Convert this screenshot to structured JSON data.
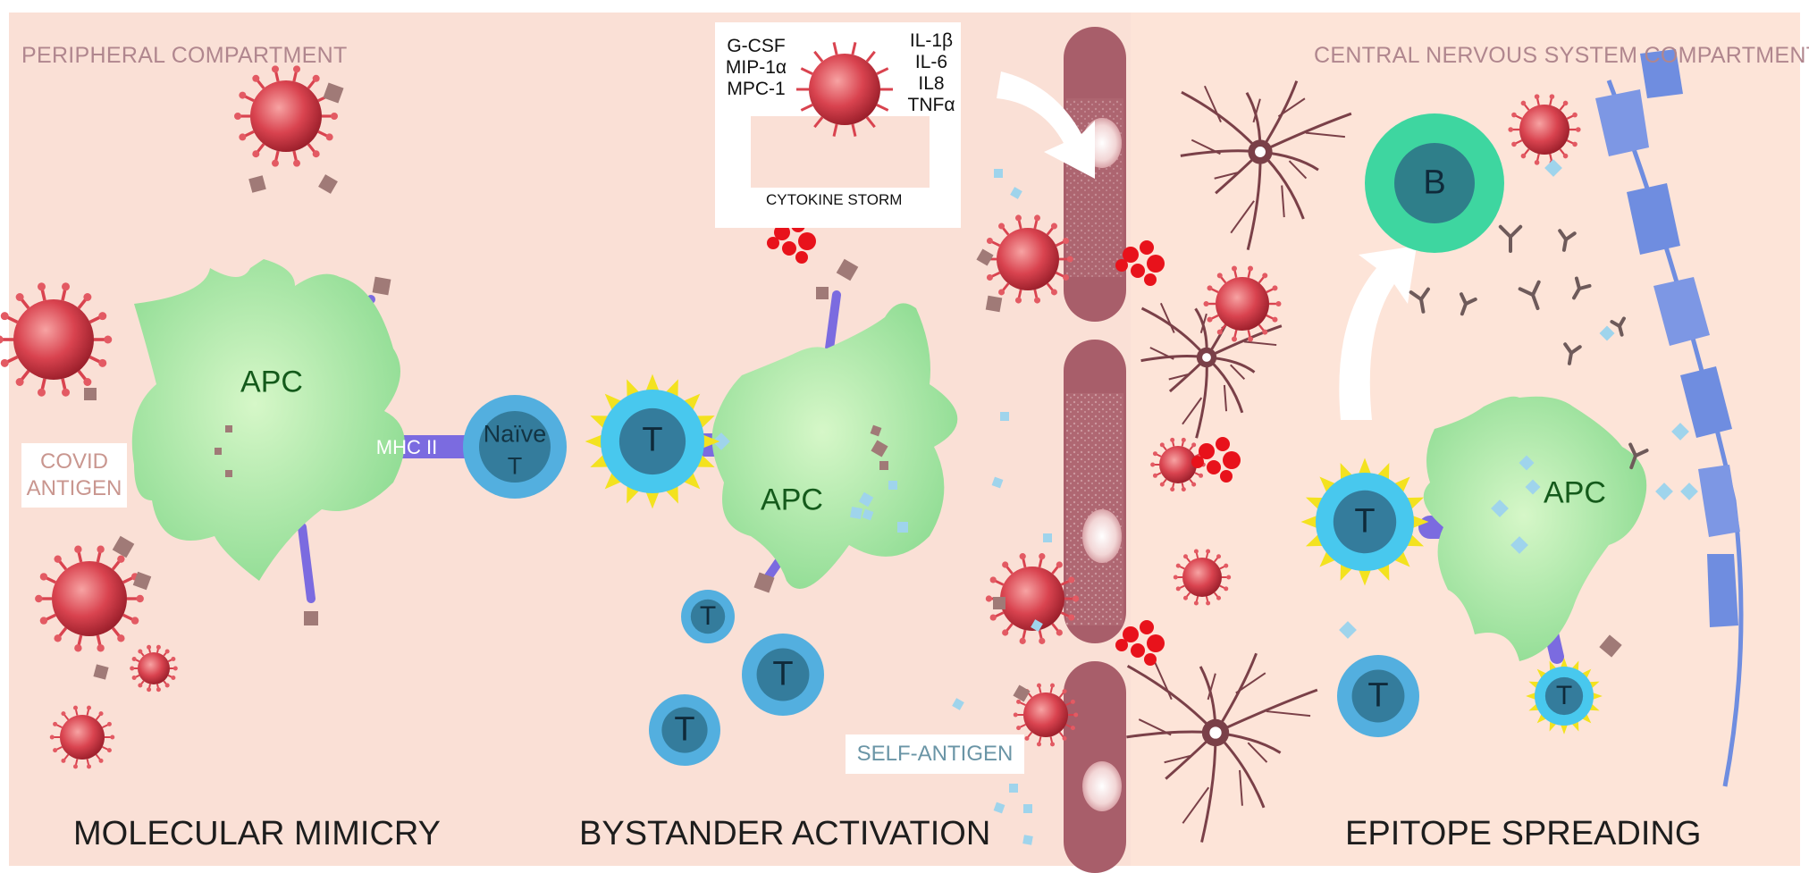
{
  "compartments": {
    "peripheral": "PERIPHERAL COMPARTMENT",
    "cns": "CENTRAL NERVOUS SYSTEM COMPARTMENT"
  },
  "mechanisms": {
    "molecular_mimicry": "MOLECULAR MIMICRY",
    "bystander_activation": "BYSTANDER ACTIVATION",
    "epitope_spreading": "EPITOPE SPREADING"
  },
  "labels": {
    "covid_antigen_1": "COVID",
    "covid_antigen_2": "ANTIGEN",
    "self_antigen": "SELF-ANTIGEN",
    "mhc": "MHC II",
    "apc": "APC",
    "naive_1": "Naïve",
    "naive_2": "T",
    "t_cell": "T",
    "b_cell": "B"
  },
  "cytokine_box": {
    "left": [
      "G-CSF",
      "MIP-1α",
      "MPC-1"
    ],
    "right": [
      "IL-1β",
      "IL-6",
      "IL8",
      "TNFα"
    ],
    "caption": "CYTOKINE STORM"
  },
  "colors": {
    "background": "#fbe1d6",
    "apc_green": "#9ee4a0",
    "t_cell_blue": "#4db3e3",
    "virus_red": "#d9434f",
    "antigen_brown": "#a07a77",
    "self_antigen_blue": "#9fd4ec",
    "vessel": "#a85e6a",
    "neuron": "#7a4048",
    "myelin": "#6f8de0",
    "activation_yellow": "#f3e21f",
    "cytokine_red": "#e8121b"
  }
}
